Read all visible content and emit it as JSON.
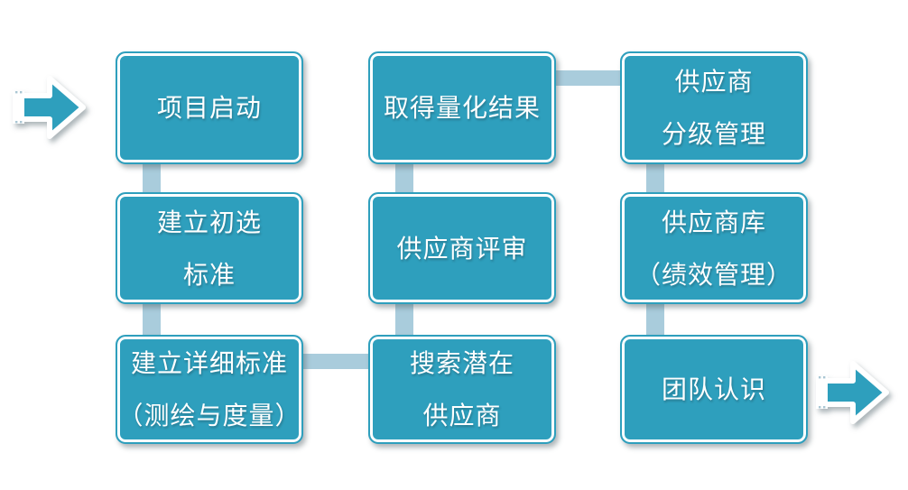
{
  "page": {
    "background": "#ffffff",
    "type": "flowchart-slide"
  },
  "colors": {
    "box_fill": "#2E9FBD",
    "box_border": "#2E9FBD",
    "box_inner_ring": "#ffffff",
    "connector": "#A9CCDC",
    "text": "#ffffff"
  },
  "flowchart": {
    "steps": [
      {
        "id": "project-kickoff",
        "col": 1,
        "row": 1,
        "line1": "项目启动"
      },
      {
        "id": "initial-selection-criteria",
        "col": 1,
        "row": 2,
        "line1": "建立初选",
        "line2": "标准"
      },
      {
        "id": "detailed-criteria",
        "col": 1,
        "row": 3,
        "line1": "建立详细标准",
        "line2": "（测绘与度量）"
      },
      {
        "id": "search-potential-suppliers",
        "col": 2,
        "row": 3,
        "line1": "搜索潜在",
        "line2": "供应商"
      },
      {
        "id": "supplier-review",
        "col": 2,
        "row": 2,
        "line1": "供应商评审"
      },
      {
        "id": "quantified-results",
        "col": 2,
        "row": 1,
        "line1": "取得量化结果"
      },
      {
        "id": "supplier-grading",
        "col": 3,
        "row": 1,
        "line1": "供应商",
        "line2": "分级管理"
      },
      {
        "id": "supplier-library",
        "col": 3,
        "row": 2,
        "line1": "供应商库",
        "line2": "（绩效管理）"
      },
      {
        "id": "team-recognition",
        "col": 3,
        "row": 3,
        "line1": "团队认识"
      }
    ],
    "icons": {
      "start": "flow-in-arrow",
      "end": "flow-out-arrow"
    }
  }
}
